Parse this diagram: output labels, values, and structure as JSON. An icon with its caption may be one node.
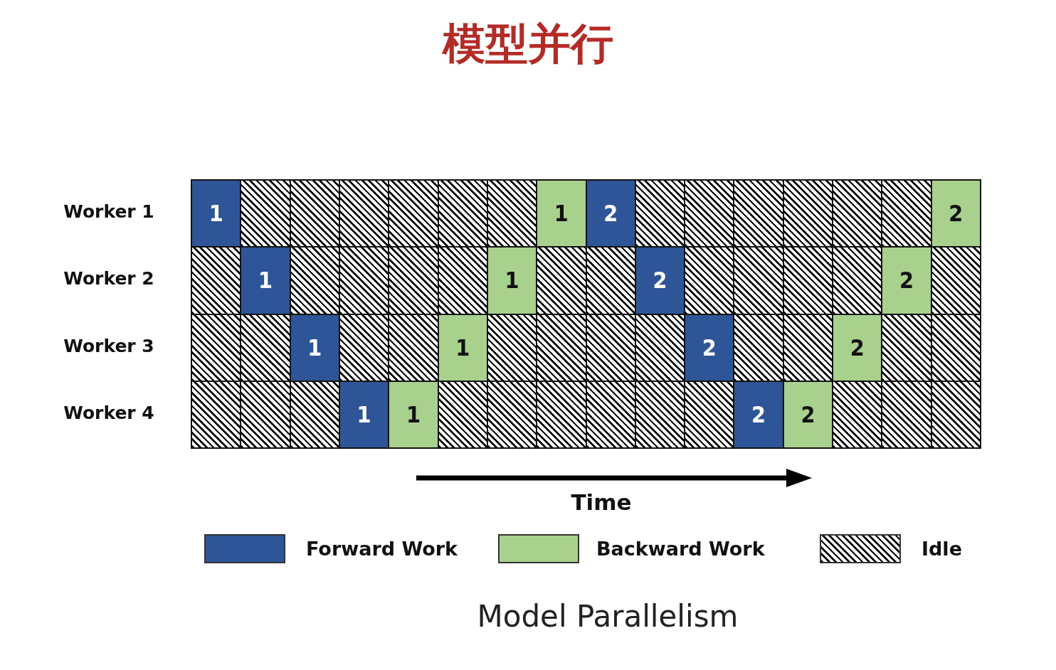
{
  "diagram": {
    "title": "模型并行",
    "caption": "Model Parallelism",
    "nodes": [
      {
        "text": [
          "1"
        ]
      },
      {
        "text": [],
        "shape": "box"
      },
      {
        "text": [],
        "shape": "box"
      },
      {
        "text": [],
        "shape": "box"
      },
      {
        "text": [],
        "shape": "box"
      },
      {
        "text": [],
        "shape": "box"
      },
      {
        "text": [],
        "shape": "box"
      },
      {
        "text": [
          "1"
        ]
      },
      {
        "text": [
          "2"
        ]
      },
      {
        "text": [],
        "shape": "box"
      },
      {
        "text": [],
        "shape": "box"
      },
      {
        "text": [],
        "shape": "box"
      },
      {
        "text": [],
        "shape": "box"
      },
      {
        "text": [],
        "shape": "box"
      },
      {
        "text": [],
        "shape": "box"
      },
      {
        "text": [
          "2"
        ]
      },
      {
        "text": [],
        "shape": "box"
      },
      {
        "text": [
          "1"
        ]
      },
      {
        "text": [],
        "shape": "box"
      },
      {
        "text": [],
        "shape": "box"
      },
      {
        "text": [],
        "shape": "box"
      },
      {
        "text": [],
        "shape": "box"
      },
      {
        "text": [
          "1"
        ]
      },
      {
        "text": [],
        "shape": "box"
      },
      {
        "text": [],
        "shape": "box"
      },
      {
        "text": [
          "2"
        ]
      },
      {
        "text": [],
        "shape": "box"
      },
      {
        "text": [],
        "shape": "box"
      },
      {
        "text": [],
        "shape": "box"
      },
      {
        "text": [],
        "shape": "box"
      },
      {
        "text": [
          "2"
        ]
      },
      {
        "text": [],
        "shape": "box"
      },
      {
        "text": [],
        "shape": "box"
      },
      {
        "text": [],
        "shape": "box"
      },
      {
        "text": [
          "1"
        ]
      },
      {
        "text": [],
        "shape": "box"
      },
      {
        "text": [],
        "shape": "box"
      },
      {
        "text": [
          "1"
        ]
      },
      {
        "text": [],
        "shape": "box"
      },
      {
        "text": [],
        "shape": "box"
      },
      {
        "text": [],
        "shape": "box"
      },
      {
        "text": [],
        "shape": "box"
      },
      {
        "text": [
          "2"
        ]
      },
      {
        "text": [],
        "shape": "box"
      },
      {
        "text": [],
        "shape": "box"
      },
      {
        "text": [
          "2"
        ]
      },
      {
        "text": [],
        "shape": "box"
      },
      {
        "text": [],
        "shape": "box"
      },
      {
        "text": [],
        "shape": "box"
      },
      {
        "text": [],
        "shape": "box"
      },
      {
        "text": [],
        "shape": "box"
      },
      {
        "text": [
          "1"
        ]
      },
      {
        "text": [
          "1"
        ]
      },
      {
        "text": [],
        "shape": "box"
      },
      {
        "text": [],
        "shape": "box"
      },
      {
        "text": [],
        "shape": "box"
      },
      {
        "text": [],
        "shape": "box"
      },
      {
        "text": [],
        "shape": "box"
      },
      {
        "text": [],
        "shape": "box"
      },
      {
        "text": [
          "2"
        ]
      },
      {
        "text": [
          "2"
        ]
      },
      {
        "text": [],
        "shape": "box"
      },
      {
        "text": [],
        "shape": "box"
      },
      {
        "text": [],
        "shape": "box"
      }
    ],
    "edges": [],
    "labels": [
      "Worker 1",
      "Worker 2",
      "Worker 3",
      "Worker 4",
      "Time"
    ],
    "legend": [
      {
        "text": "Forward Work",
        "color": "#2e5597"
      },
      {
        "text": "Backward Work",
        "color": "#a9d18e"
      },
      {
        "text": "Idle"
      }
    ]
  }
}
